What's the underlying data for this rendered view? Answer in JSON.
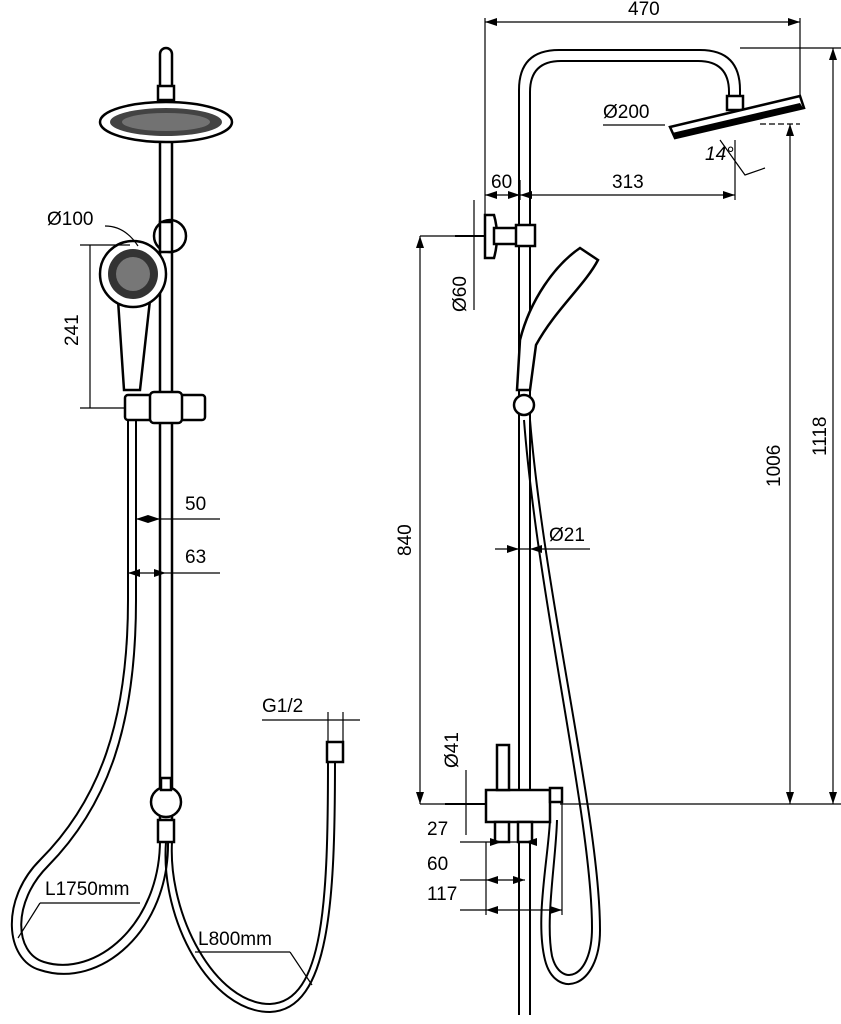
{
  "front_view": {
    "hand_shower_diameter": "Ø100",
    "hand_shower_height": "241",
    "dim_50": "50",
    "dim_63": "63",
    "connector_thread": "G1/2",
    "long_hose": "L1750mm",
    "short_hose": "L800mm"
  },
  "side_view": {
    "total_projection": "470",
    "head_diameter": "Ø200",
    "head_angle": "14°",
    "wall_offset": "60",
    "arm_projection": "313",
    "bracket_diameter": "Ø60",
    "bracket_to_valve": "840",
    "rail_height": "1006",
    "total_height": "1118",
    "pipe_diameter": "Ø21",
    "valve_diameter": "Ø41",
    "valve_dim_27": "27",
    "valve_dim_60": "60",
    "valve_dim_117": "117"
  }
}
